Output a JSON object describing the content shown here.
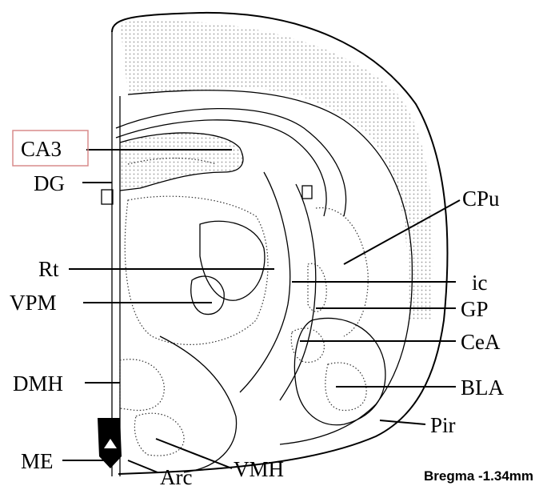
{
  "diagram": {
    "labels": {
      "ca3": "CA3",
      "dg": "DG",
      "rt": "Rt",
      "vpm": "VPM",
      "dmh": "DMH",
      "me": "ME",
      "arc": "Arc",
      "vmh": "VMH",
      "cpu": "CPu",
      "ic": "ic",
      "gp": "GP",
      "cea": "CeA",
      "bla": "BLA",
      "pir": "Pir"
    },
    "caption": "Bregma -1.34mm",
    "highlight_color": "#d98c8c",
    "stipple_color": "#9a9a9a"
  }
}
